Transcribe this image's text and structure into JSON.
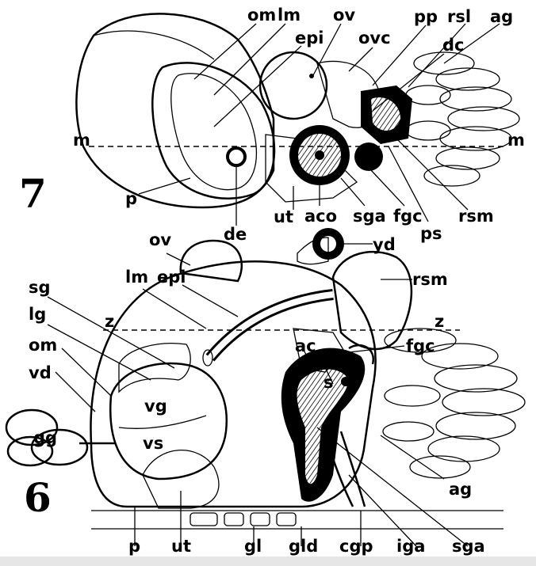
{
  "figures": [
    {
      "number": "7",
      "labels": [
        "om",
        "lm",
        "ov",
        "pp",
        "rsl",
        "ag",
        "epi",
        "ovc",
        "dc",
        "m",
        "m",
        "p",
        "de",
        "ut",
        "aco",
        "sga",
        "fgc",
        "rsm",
        "ps"
      ]
    },
    {
      "number": "6",
      "labels": [
        "yd",
        "ov",
        "rsm",
        "lm",
        "epi",
        "sg",
        "lg",
        "z",
        "z",
        "ac",
        "fgc",
        "om",
        "s",
        "vd",
        "vg",
        "gg",
        "vs",
        "ag",
        "p",
        "ut",
        "gl",
        "gld",
        "cgp",
        "iga",
        "sga"
      ]
    }
  ]
}
